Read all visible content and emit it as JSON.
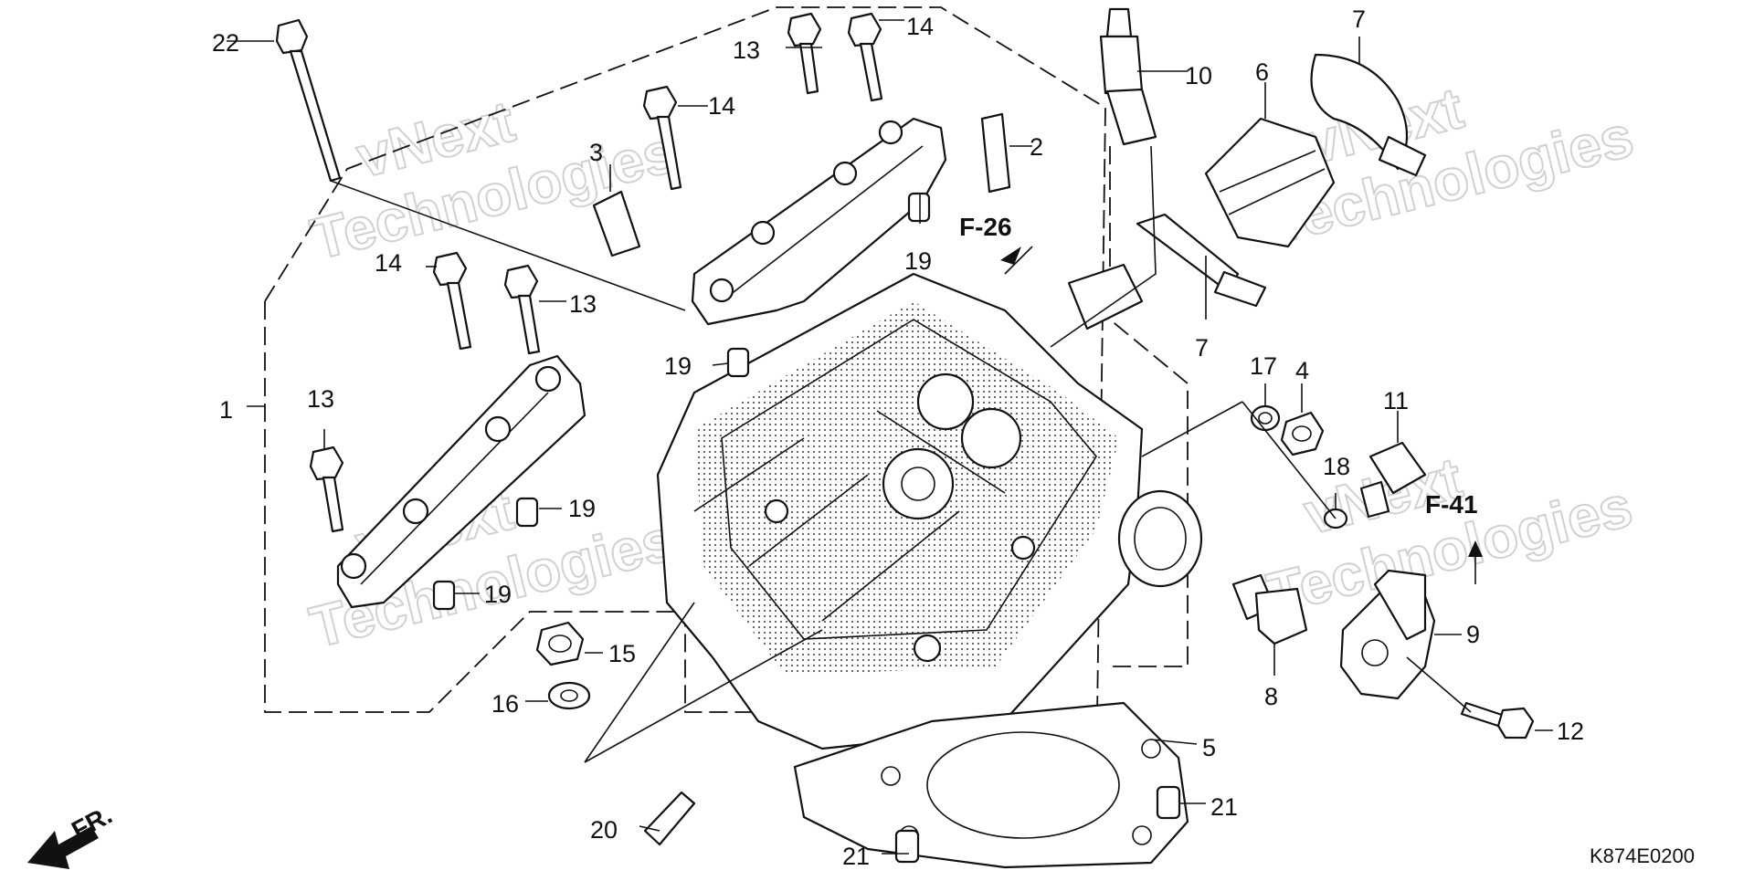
{
  "diagram": {
    "callouts": {
      "c1": "1",
      "c2": "2",
      "c3": "3",
      "c4": "4",
      "c5": "5",
      "c6": "6",
      "c7a": "7",
      "c7b": "7",
      "c8": "8",
      "c9": "9",
      "c10": "10",
      "c11": "11",
      "c12": "12",
      "c13a": "13",
      "c13b": "13",
      "c13c": "13",
      "c14a": "14",
      "c14b": "14",
      "c14c": "14",
      "c15": "15",
      "c16": "16",
      "c17": "17",
      "c18": "18",
      "c19a": "19",
      "c19b": "19",
      "c19c": "19",
      "c19d": "19",
      "c20": "20",
      "c21a": "21",
      "c21b": "21",
      "c22": "22"
    },
    "references": {
      "r1": "F-26",
      "r2": "F-41"
    },
    "front_marker": "FR.",
    "diagram_code": "K874E0200",
    "watermark": {
      "line1": "vNext",
      "line2": "Technologies"
    }
  },
  "colors": {
    "ink": "#111111",
    "watermark": "#c9c9c9",
    "background": "#ffffff"
  }
}
